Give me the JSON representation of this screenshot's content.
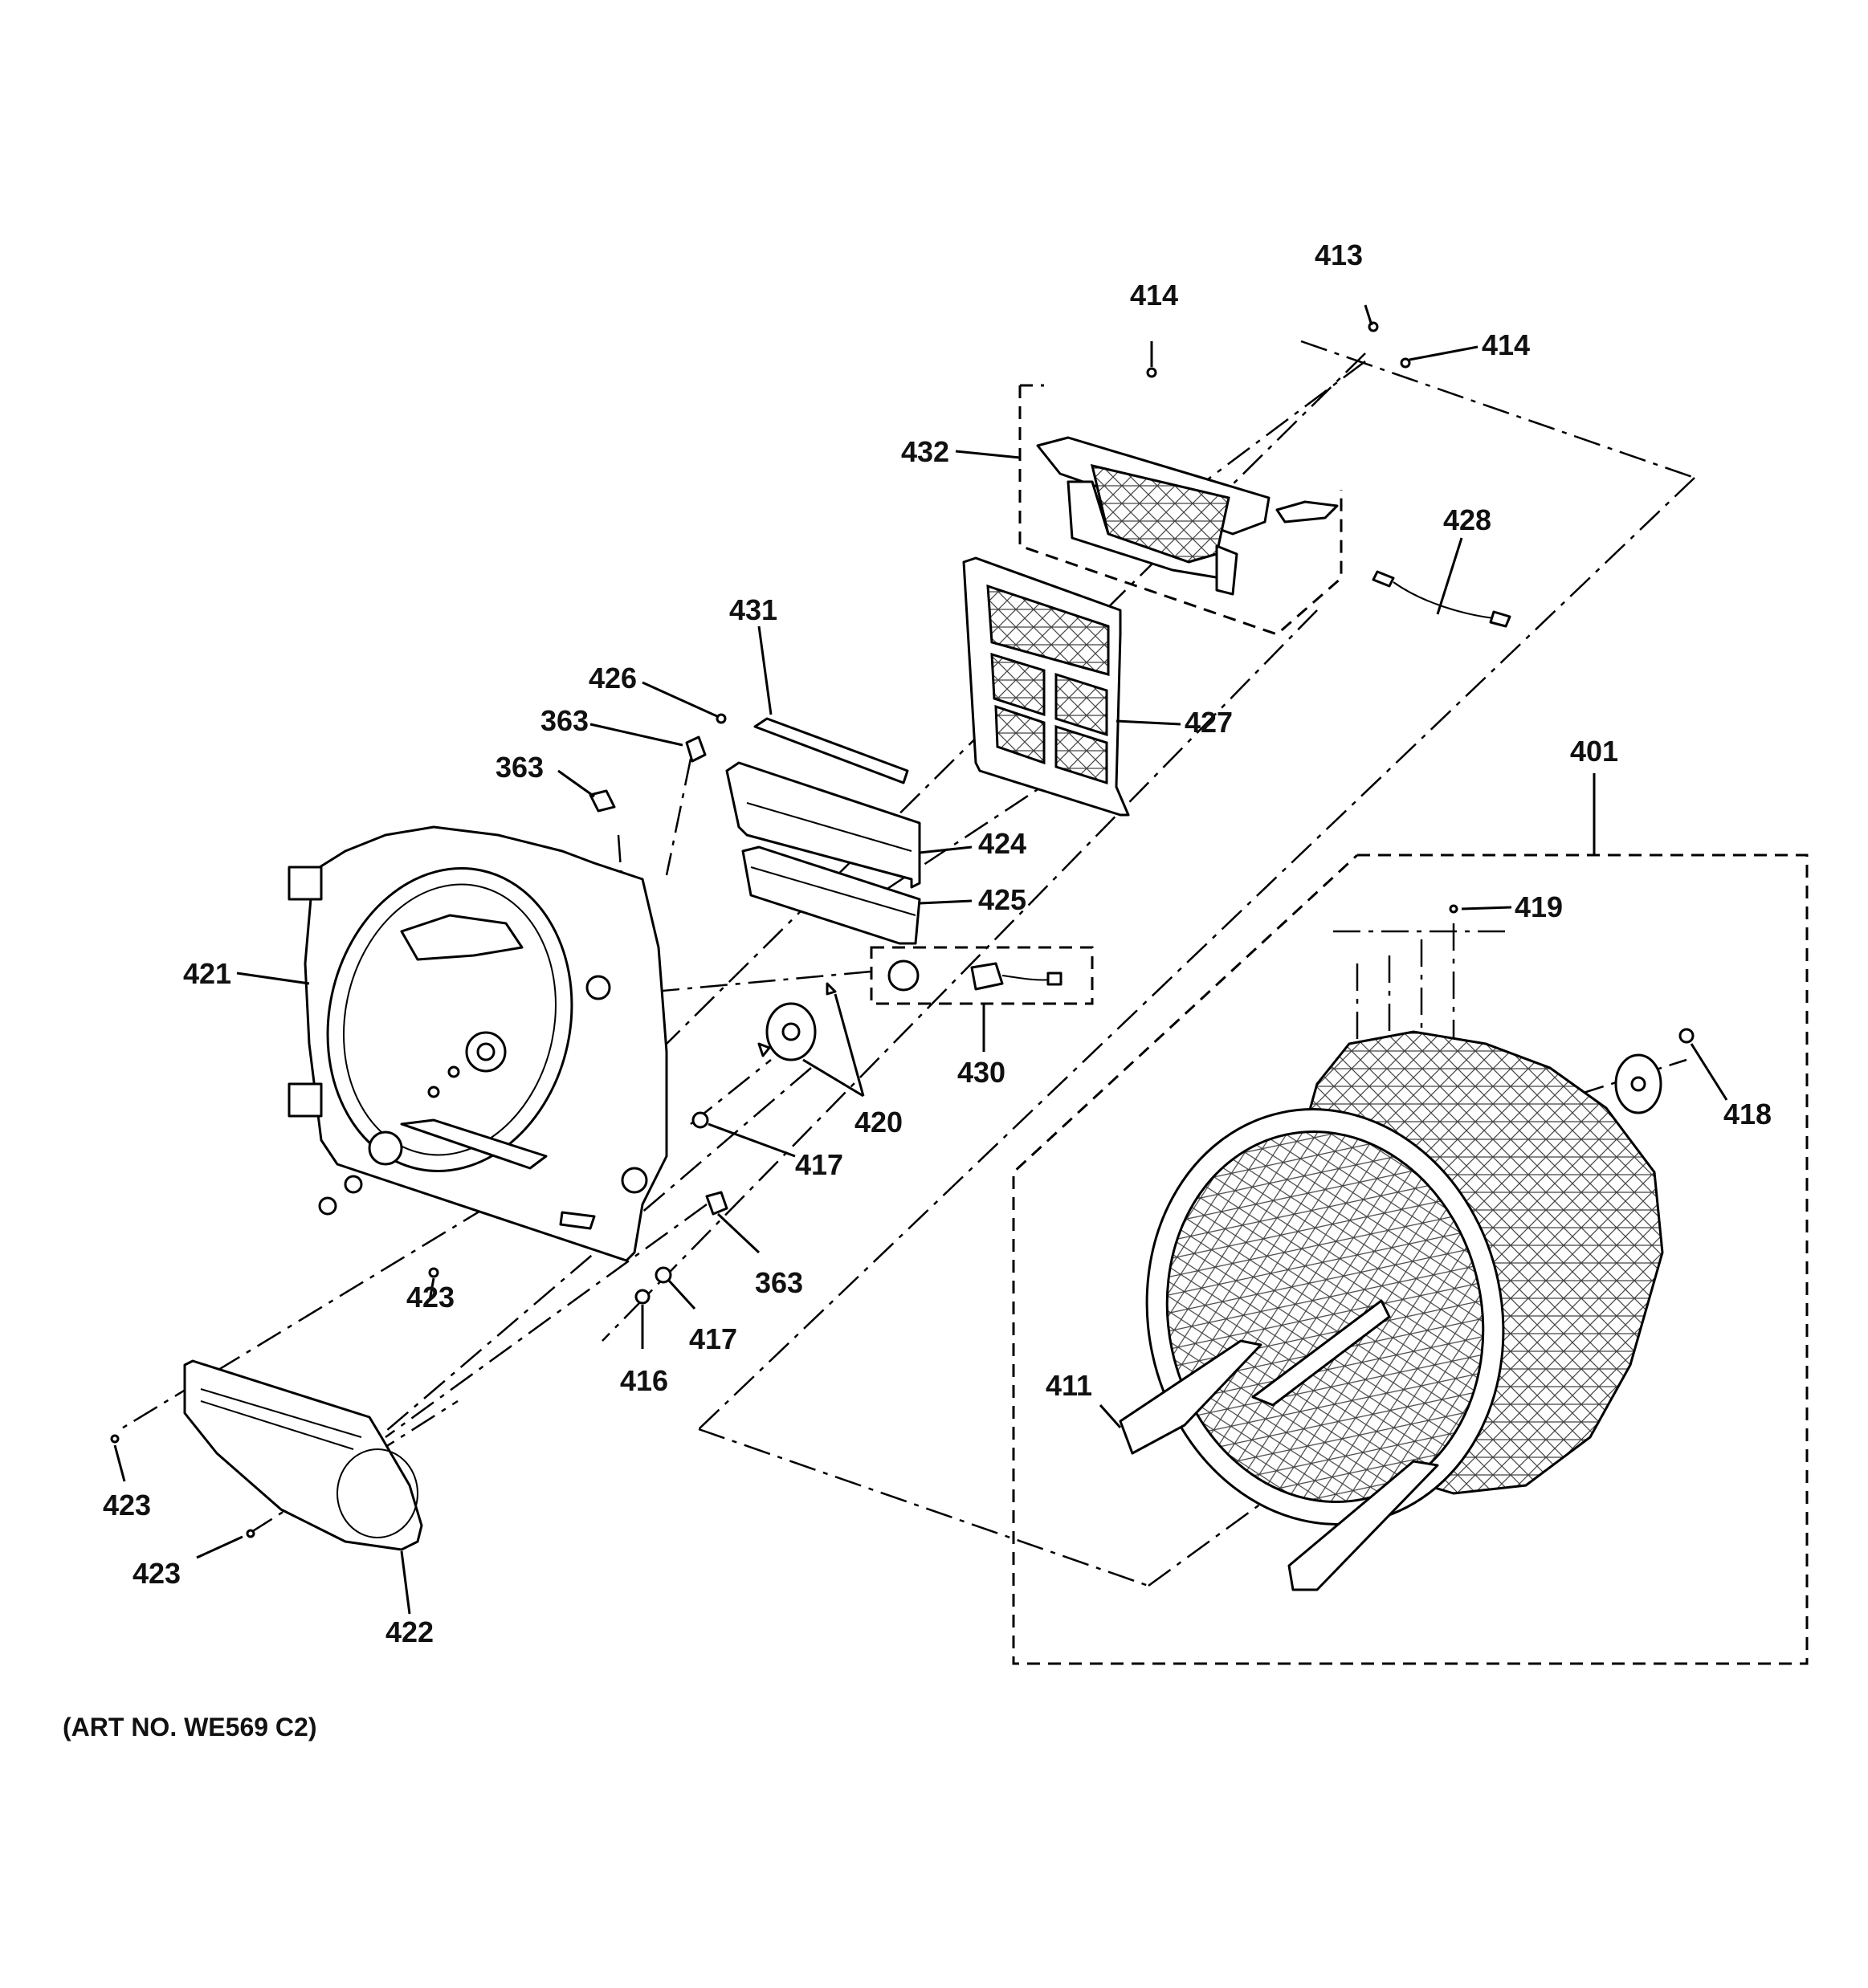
{
  "art_number": "(ART NO. WE569 C2)",
  "callouts": {
    "p413": "413",
    "p414a": "414",
    "p414b": "414",
    "p432": "432",
    "p428": "428",
    "p431": "431",
    "p426": "426",
    "p363a": "363",
    "p363b": "363",
    "p363c": "363",
    "p427": "427",
    "p424": "424",
    "p425": "425",
    "p401": "401",
    "p419": "419",
    "p421": "421",
    "p430": "430",
    "p418": "418",
    "p420": "420",
    "p417a": "417",
    "p417b": "417",
    "p423a": "423",
    "p423b": "423",
    "p423c": "423",
    "p416": "416",
    "p411": "411",
    "p422": "422"
  }
}
